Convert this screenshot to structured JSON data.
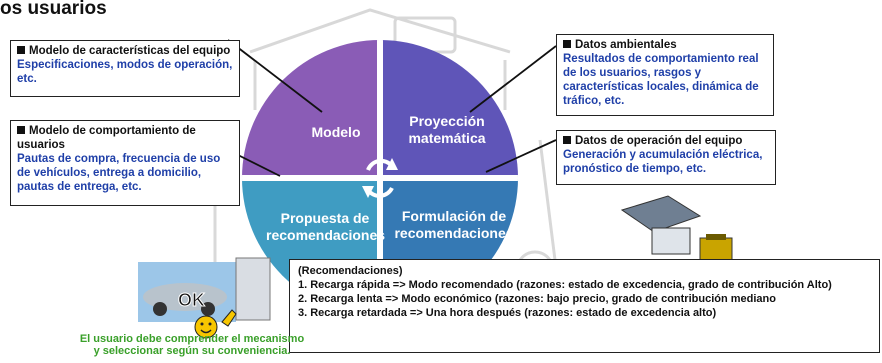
{
  "title": "os usuarios",
  "quadrants": {
    "model": "Modelo",
    "projection": [
      "Proyección",
      "matemática"
    ],
    "proposal": [
      "Propuesta de",
      "recomendaciones"
    ],
    "formulation": [
      "Formulación de",
      "recomendaciones"
    ]
  },
  "boxes": {
    "equipment_model": {
      "heading": "Modelo de características del equipo",
      "body": "Especificaciones, modos de operación, etc."
    },
    "behavior_model": {
      "heading": "Modelo de comportamiento de usuarios",
      "body": "Pautas de compra, frecuencia de uso de vehículos, entrega a domicilio, pautas de entrega, etc."
    },
    "environment_data": {
      "heading": "Datos ambientales",
      "body": "Resultados de comportamiento real de los usuarios, rasgos y características locales, dinámica de tráfico, etc."
    },
    "operation_data": {
      "heading": "Datos de operación del equipo",
      "body": "Generación y acumulación eléctrica, pronóstico de tiempo, etc."
    }
  },
  "recommendations": {
    "heading": "(Recomendaciones)",
    "items": [
      "1. Recarga rápida => Modo recomendado (razones: estado de excedencia, grado de contribución    Alto)",
      "2. Recarga lenta => Modo económico (razones: bajo precio, grado de contribución  mediano",
      "3. Recarga retardada => Una hora después (razones: estado de excedencia   alto)"
    ]
  },
  "ok_text": "OK",
  "note": [
    "El usuario debe comprender el mecanismo",
    "y seleccionar según su conveniencia."
  ],
  "colors": {
    "model": "#8a5cb6",
    "projection": "#5f55b8",
    "proposal": "#3f9cc2",
    "formulation": "#3579b4",
    "accent_text": "#1f3fa8",
    "note_text": "#3aa02a"
  }
}
